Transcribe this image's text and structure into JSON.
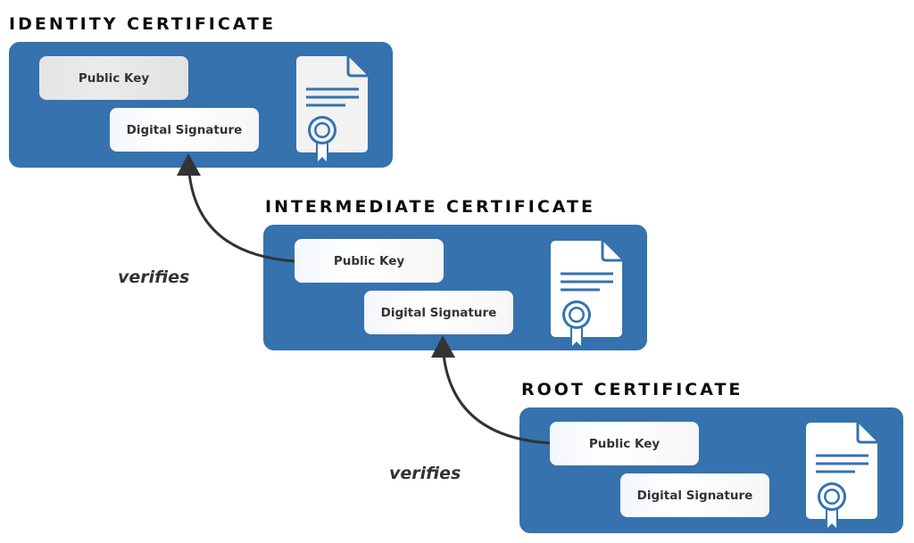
{
  "colors": {
    "card_blue": "#3572ae",
    "text_dark": "#333333",
    "title_black": "#0d0d0d",
    "arrow": "#333333"
  },
  "certificates": [
    {
      "id": "identity",
      "title": "IDENTITY CERTIFICATE",
      "public_key_label": "Public Key",
      "signature_label": "Digital Signature",
      "icon": "certificate-document-icon"
    },
    {
      "id": "intermediate",
      "title": "INTERMEDIATE CERTIFICATE",
      "public_key_label": "Public Key",
      "signature_label": "Digital Signature",
      "icon": "certificate-document-icon"
    },
    {
      "id": "root",
      "title": "ROOT CERTIFICATE",
      "public_key_label": "Public Key",
      "signature_label": "Digital Signature",
      "icon": "certificate-document-icon"
    }
  ],
  "edges": [
    {
      "from": "intermediate.public_key",
      "to": "identity.digital_signature",
      "label": "verifies"
    },
    {
      "from": "root.public_key",
      "to": "intermediate.digital_signature",
      "label": "verifies"
    }
  ]
}
